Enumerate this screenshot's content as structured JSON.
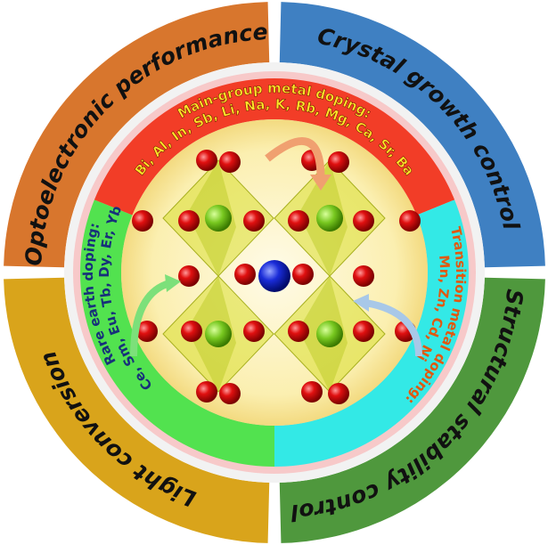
{
  "quadrants": [
    {
      "label": "Optoelectronic performance",
      "color": "#d8762d"
    },
    {
      "label": "Crystal growth control",
      "color": "#3f80c2"
    },
    {
      "label": "Structural stability control",
      "color": "#4f983d"
    },
    {
      "label": "Light conversion",
      "color": "#d9a41b"
    }
  ],
  "bands": {
    "main_group": {
      "title": "Main-group metal doping:",
      "elements": "Bi, Al, In, Sb, Li, Na, K, Rb, Mg, Ca, Sr, Ba",
      "color": "#f23d27"
    },
    "rare_earth": {
      "title": "Rare earth doping:",
      "elements": "Ce, Sm, Eu, Tb, Dy, Er, Yb",
      "color": "#52e24f"
    },
    "transition": {
      "title": "Transition metal doping:",
      "elements": "Mn, Zn, Cd, Ni",
      "color": "#33e9e6"
    }
  }
}
